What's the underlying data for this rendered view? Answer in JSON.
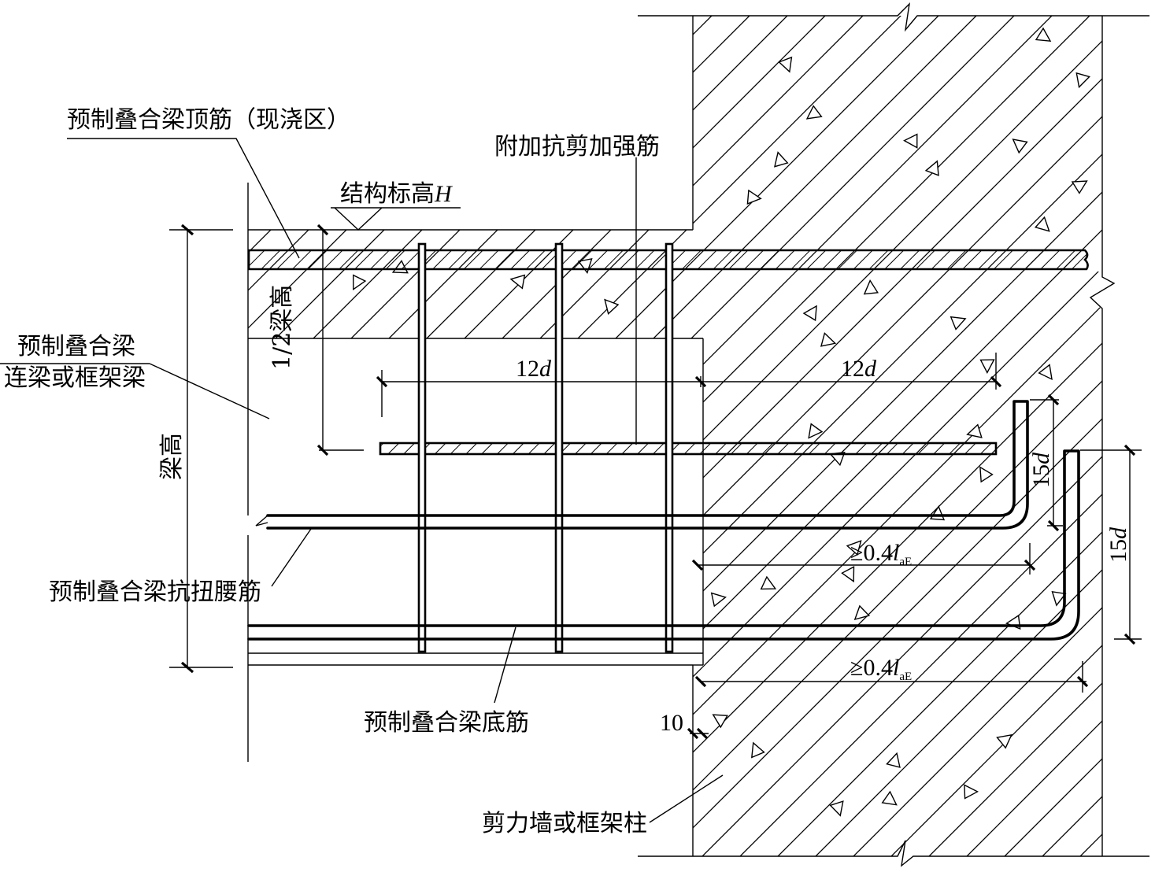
{
  "labels": {
    "top_bar": "预制叠合梁顶筋（现浇区）",
    "shear_bar": "附加抗剪加强筋",
    "elevation": "结构标高",
    "elevation_symbol": "H",
    "precast_beam_line1": "预制叠合梁",
    "precast_beam_line2": "连梁或框架梁",
    "waist_bar": "预制叠合梁抗扭腰筋",
    "bottom_bar": "预制叠合梁底筋",
    "wall_column": "剪力墙或框架柱"
  },
  "dimensions": {
    "beam_height": "梁高",
    "half_beam_height": "1/2梁高",
    "left_12d_num": "12",
    "right_12d_num": "12",
    "d_symbol": "d",
    "hook_15d_short_num": "15",
    "hook_15d_long_num": "15",
    "anchor_upper_prefix": "≥0.4",
    "anchor_lower_prefix": "≥0.4",
    "l_symbol": "l",
    "ae_subscript": "aE",
    "cover": "10"
  }
}
